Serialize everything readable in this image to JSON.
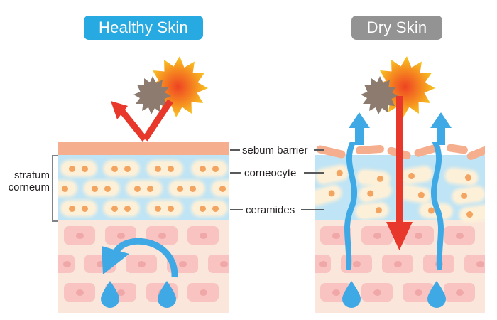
{
  "diagram": {
    "title_healthy": "Healthy Skin",
    "title_dry": "Dry Skin",
    "panels": [
      {
        "id": "healthy",
        "label": "Healthy Skin",
        "pill_color": "#27AAE1",
        "barrier_state": "intact",
        "uv_behavior": "deflected",
        "moisture_behavior": "retained"
      },
      {
        "id": "dry",
        "label": "Dry Skin",
        "pill_color": "#939393",
        "barrier_state": "broken",
        "uv_behavior": "penetrates",
        "moisture_behavior": "evaporates"
      }
    ],
    "callouts": [
      {
        "key": "sebum",
        "text": "sebum barrier"
      },
      {
        "key": "corneocyte",
        "text": "corneocyte"
      },
      {
        "key": "ceramides",
        "text": "ceramides"
      }
    ],
    "bracket_label_line1": "stratum",
    "bracket_label_line2": "corneum",
    "icons": {
      "sun": "sun-starburst-icon",
      "pollutant": "pollutant-starburst-icon",
      "deflect_arrow": "red-deflection-arrow-icon",
      "penetrate_arrow": "red-penetration-arrow-icon",
      "moisture_arc": "blue-moisture-retention-arrow-icon",
      "evaporation_arrow": "blue-evaporation-arrow-icon",
      "droplet": "water-droplet-icon"
    },
    "colors": {
      "sebum_barrier": "#F5AE8E",
      "stratum_corneum": "#BFE4F5",
      "dermis": "#FBE6DB",
      "corneocyte": "#FDF0D8",
      "corneocyte_dot": "#F3A460",
      "dermis_cell": "#F8C3C0",
      "dermis_nucleus": "#F0A7A7",
      "water_blue": "#3FA9E5",
      "alert_red": "#E8382B",
      "sun_outer": "#F5C518",
      "sun_inner": "#EF5A28",
      "pollutant": "#8C7B6E",
      "label_text": "#231F20",
      "leader_line": "#58595B"
    }
  }
}
